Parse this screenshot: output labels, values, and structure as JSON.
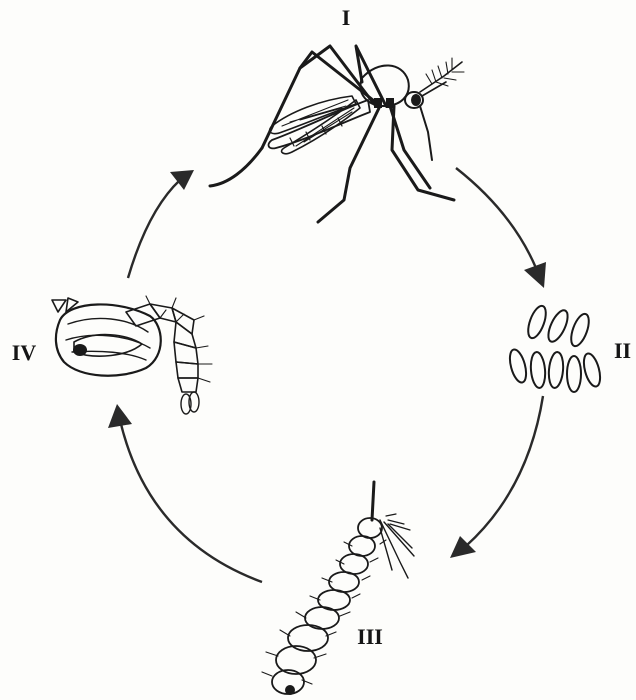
{
  "diagram": {
    "stages": [
      {
        "label": "I"
      },
      {
        "label": "II"
      },
      {
        "label": "III"
      },
      {
        "label": "IV"
      }
    ],
    "icons": {
      "adult": "mosquito-adult-icon",
      "eggs": "mosquito-eggs-icon",
      "larva": "mosquito-larva-icon",
      "pupa": "mosquito-pupa-icon"
    },
    "colors": {
      "ink": "#1a1a1a",
      "background": "#fdfdfb"
    }
  }
}
